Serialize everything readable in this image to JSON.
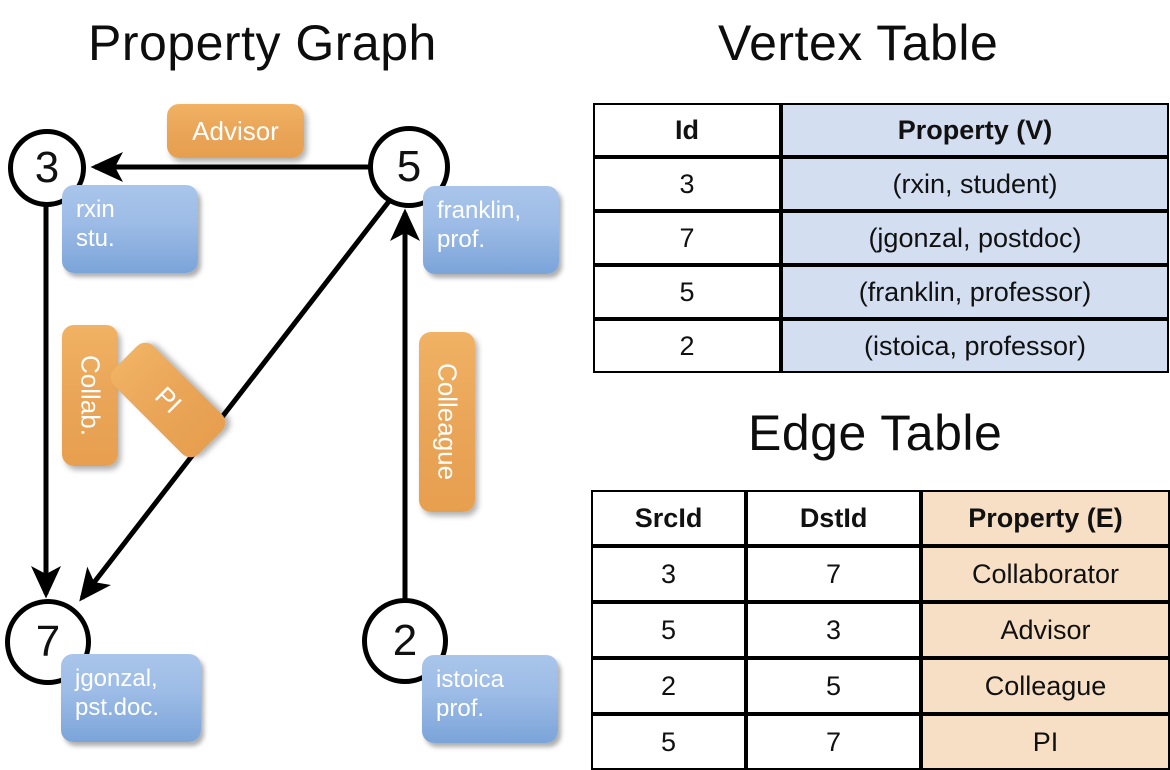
{
  "titles": {
    "property_graph": "Property Graph",
    "vertex_table": "Vertex Table",
    "edge_table": "Edge Table"
  },
  "graph": {
    "nodes": [
      {
        "id": "3",
        "label": "3",
        "property_line1": "rxin",
        "property_line2": "stu."
      },
      {
        "id": "5",
        "label": "5",
        "property_line1": "franklin,",
        "property_line2": "prof."
      },
      {
        "id": "7",
        "label": "7",
        "property_line1": "jgonzal,",
        "property_line2": "pst.doc."
      },
      {
        "id": "2",
        "label": "2",
        "property_line1": "istoica",
        "property_line2": "prof."
      }
    ],
    "edge_labels": [
      {
        "key": "advisor",
        "text": "Advisor",
        "from": "5",
        "to": "3"
      },
      {
        "key": "collab",
        "text": "Collab.",
        "from": "3",
        "to": "7"
      },
      {
        "key": "pi",
        "text": "PI",
        "from": "5",
        "to": "7"
      },
      {
        "key": "colleague",
        "text": "Colleague",
        "from": "2",
        "to": "5"
      }
    ]
  },
  "vertex_table": {
    "headers": [
      "Id",
      "Property (V)"
    ],
    "rows": [
      {
        "id": "3",
        "property": "(rxin, student)"
      },
      {
        "id": "7",
        "property": "(jgonzal, postdoc)"
      },
      {
        "id": "5",
        "property": "(franklin, professor)"
      },
      {
        "id": "2",
        "property": "(istoica, professor)"
      }
    ]
  },
  "edge_table": {
    "headers": [
      "SrcId",
      "DstId",
      "Property (E)"
    ],
    "rows": [
      {
        "src": "3",
        "dst": "7",
        "property": "Collaborator"
      },
      {
        "src": "5",
        "dst": "3",
        "property": "Advisor"
      },
      {
        "src": "2",
        "dst": "5",
        "property": "Colleague"
      },
      {
        "src": "5",
        "dst": "7",
        "property": "PI"
      }
    ]
  },
  "colors": {
    "vertex_property_cell": "#d3dff1",
    "edge_property_cell": "#f7dfc6",
    "node_property_box": "#9cbbe6",
    "edge_label_box": "#eaa558",
    "stroke": "#000000",
    "background": "#ffffff"
  }
}
